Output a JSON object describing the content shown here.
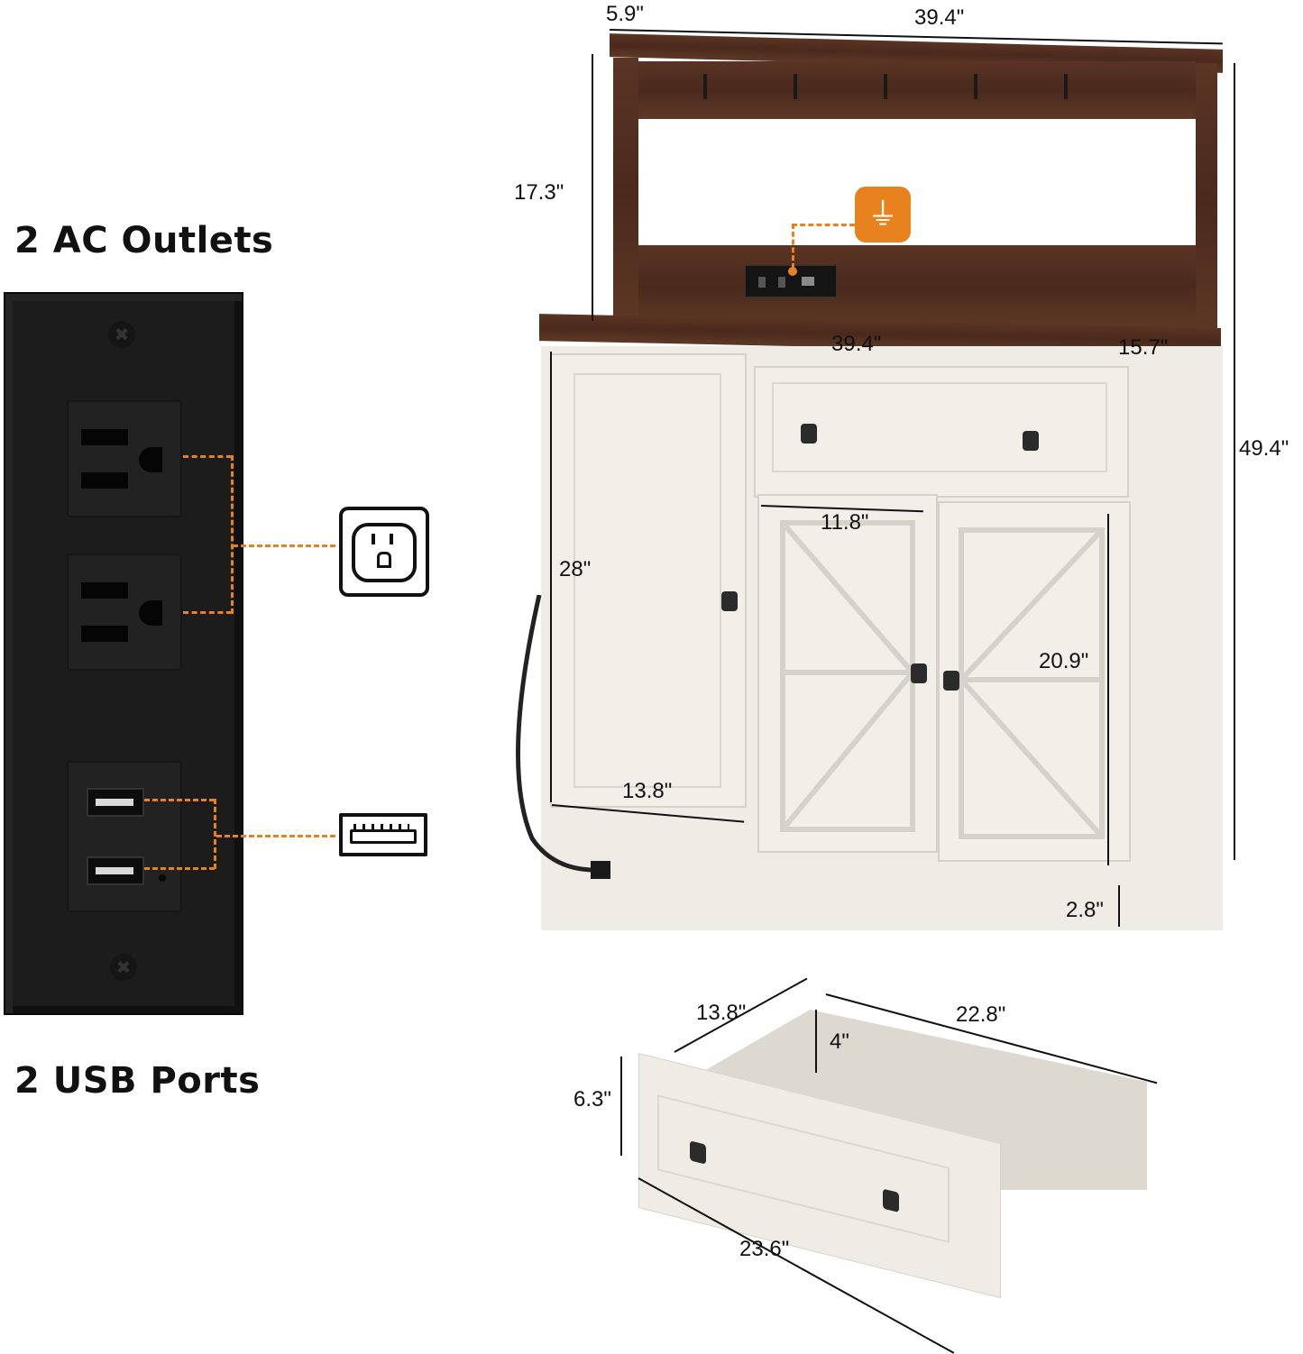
{
  "features": {
    "ac_title": "2 AC Outlets",
    "usb_title": "2 USB Ports",
    "icons": {
      "outlet": "ac-outlet-icon",
      "usb": "usb-port-icon",
      "plug": "power-plug-icon"
    }
  },
  "colors": {
    "accent_orange": "#e8821e",
    "wood_dark": "#4a2a1c",
    "cabinet_cream": "#efece6",
    "plate_black": "#1c1c1c"
  },
  "dimensions": {
    "hutch_depth": "5.9\"",
    "hutch_width": "39.4\"",
    "hutch_height": "17.3\"",
    "top_width": "39.4\"",
    "top_depth": "15.7\"",
    "total_height": "49.4\"",
    "door_height": "28\"",
    "door_width": "13.8\"",
    "barn_door_width": "11.8\"",
    "barn_door_height": "20.9\"",
    "base_height": "2.8\""
  },
  "drawer": {
    "depth": "13.8\"",
    "length": "22.8\"",
    "inner_height": "4\"",
    "outer_height": "6.3\"",
    "front_width": "23.6\""
  }
}
